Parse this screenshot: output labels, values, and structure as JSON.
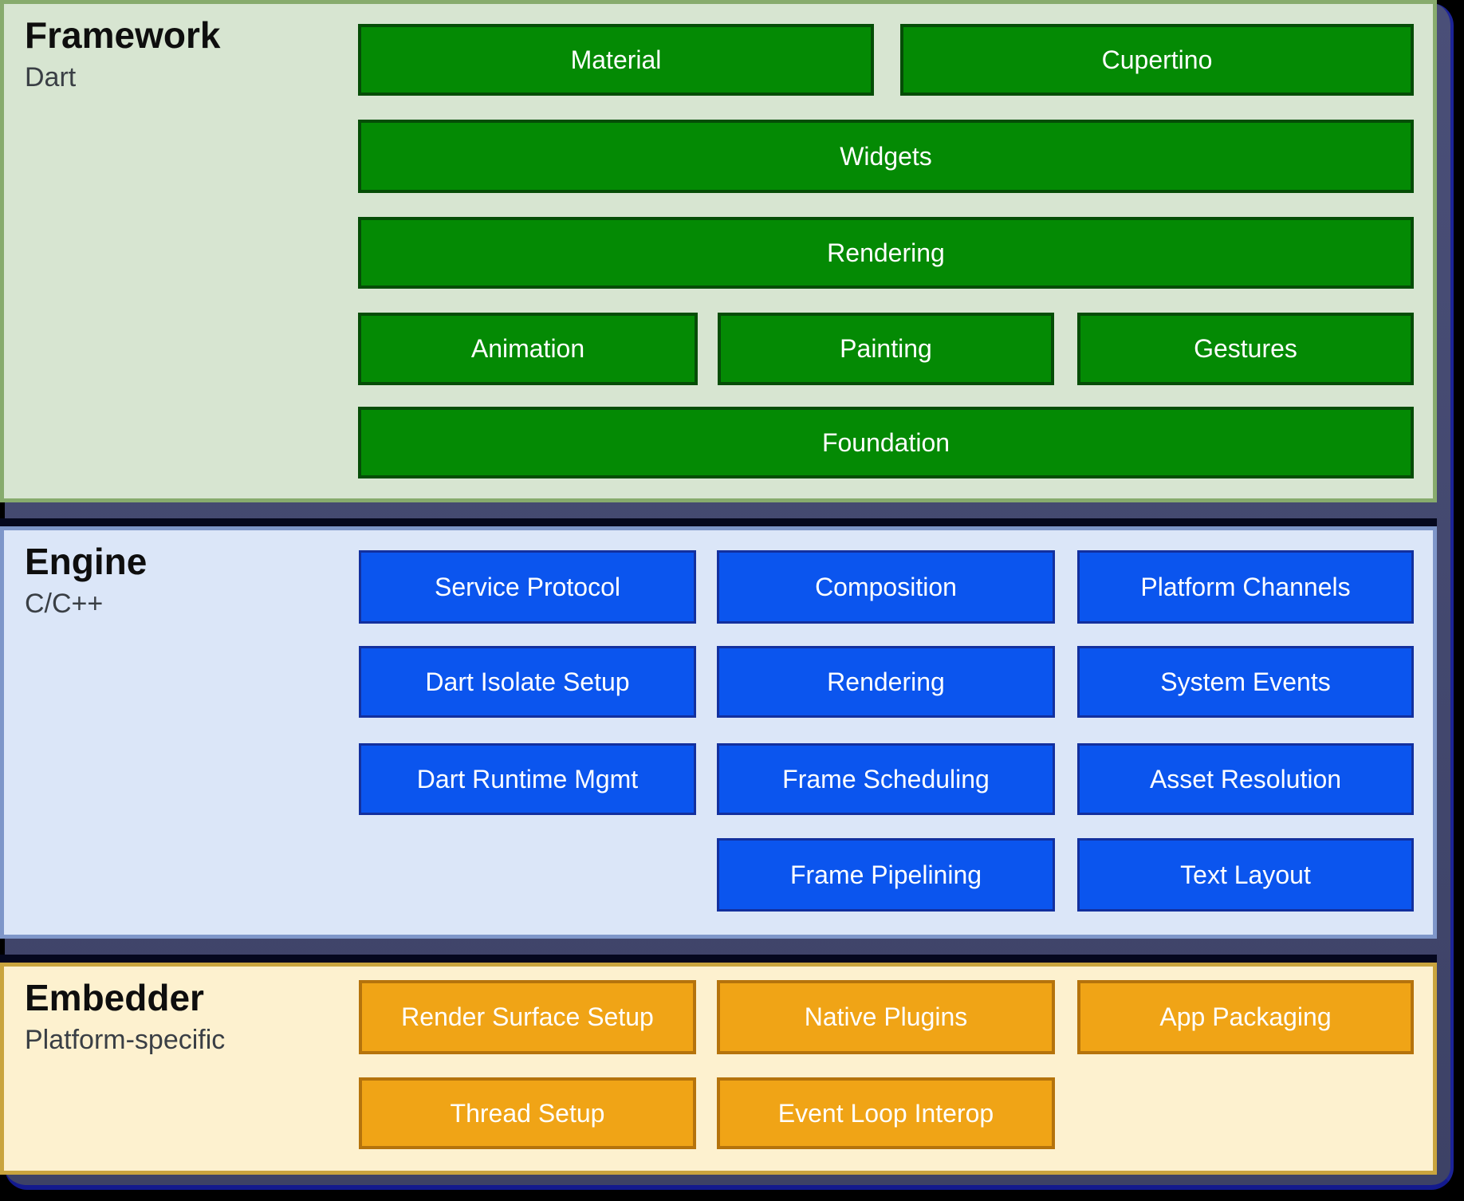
{
  "colors": {
    "outer_background": "#000000",
    "backdrop_navy": "#3f4468",
    "backdrop_edge_blue": "#131a8e",
    "framework_bg": "#d7e5d1",
    "framework_border": "#87ab6d",
    "framework_box_bg": "#048a04",
    "framework_box_border": "#054d07",
    "engine_bg": "#dbe6f8",
    "engine_border": "#7e96c9",
    "engine_box_bg": "#0b55ee",
    "engine_box_border": "#13309e",
    "embedder_bg": "#fdf1cf",
    "embedder_border": "#c9a43e",
    "embedder_box_bg": "#f0a416",
    "embedder_box_border": "#b5730c",
    "box_text": "#ffffff",
    "title_text": "#0e0e0e",
    "subtitle_text": "#3a3f45"
  },
  "framework": {
    "title": "Framework",
    "subtitle": "Dart",
    "boxes": {
      "material": "Material",
      "cupertino": "Cupertino",
      "widgets": "Widgets",
      "rendering": "Rendering",
      "animation": "Animation",
      "painting": "Painting",
      "gestures": "Gestures",
      "foundation": "Foundation"
    }
  },
  "engine": {
    "title": "Engine",
    "subtitle": "C/C++",
    "boxes": {
      "service_protocol": "Service Protocol",
      "composition": "Composition",
      "platform_channels": "Platform Channels",
      "dart_isolate_setup": "Dart Isolate Setup",
      "rendering": "Rendering",
      "system_events": "System Events",
      "dart_runtime_mgmt": "Dart Runtime Mgmt",
      "frame_scheduling": "Frame Scheduling",
      "asset_resolution": "Asset Resolution",
      "frame_pipelining": "Frame Pipelining",
      "text_layout": "Text Layout"
    }
  },
  "embedder": {
    "title": "Embedder",
    "subtitle": "Platform-specific",
    "boxes": {
      "render_surface_setup": "Render Surface Setup",
      "native_plugins": "Native Plugins",
      "app_packaging": "App Packaging",
      "thread_setup": "Thread Setup",
      "event_loop_interop": "Event Loop Interop"
    }
  }
}
